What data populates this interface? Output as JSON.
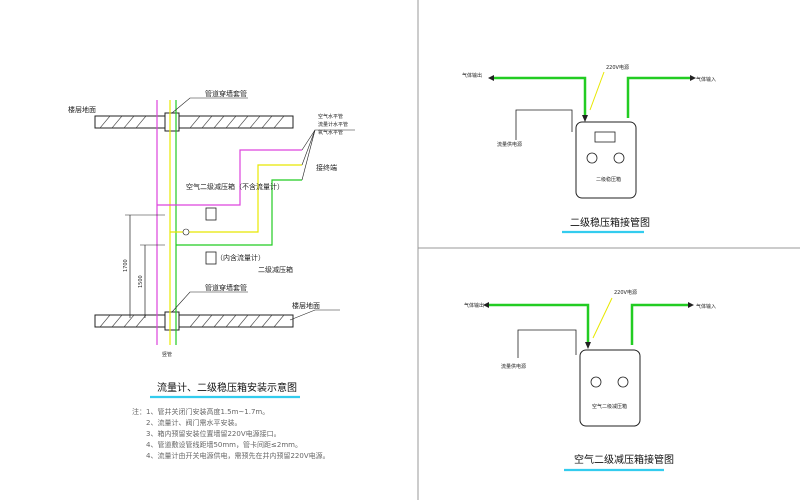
{
  "corner_mark": "",
  "left": {
    "floor_top_label": "楼层地面",
    "sleeve_top_label": "管道穿墙套管",
    "sleeve_bottom_label": "管道穿墙套管",
    "floor_bottom_label": "楼层地面",
    "air_cable_label1": "空气水平管",
    "air_cable_label2": "流量计水平管",
    "air_cable_label3": "氧气水平管",
    "outlet_label": "接终端",
    "upper_reg_label": "空气二级减压箱（不含流量计）",
    "lower_reg_label": "（内含流量计）",
    "lower_reg_label2": "二级减压箱",
    "vertical_pipe_label": "竖管",
    "dim1": "1700",
    "dim2": "1500",
    "title": "流量计、二级稳压箱安装示意图",
    "notes": [
      "注：1、管井关闭门安装高度1.5m~1.7m。",
      "2、流量计、阀门需水平安装。",
      "3、箱内预留安装位置墙留220V电源接口。",
      "4、管道敷设管线距墙50mm，管卡间距≤2mm。",
      "4、流量计由开关电源供电，需预先在井内预留220V电源。"
    ]
  },
  "right_top": {
    "gas_out": "气体输出",
    "gas_in": "气体输入",
    "power": "220V电源",
    "flow_out": "流量供电源",
    "box_label": "二级稳压箱",
    "title": "二级稳压箱接管图"
  },
  "right_bottom": {
    "gas_out": "气体输出",
    "gas_in": "气体输入",
    "power": "220V电源",
    "flow_out": "流量供电源",
    "box_label": "空气二级减压箱",
    "title": "空气二级减压箱接管图"
  },
  "colors": {
    "green": "#22cc22",
    "magenta": "#dd44dd",
    "yellow": "#e8e800",
    "cyan_underline": "#33ccee",
    "line": "#222222",
    "divider": "#999999"
  }
}
